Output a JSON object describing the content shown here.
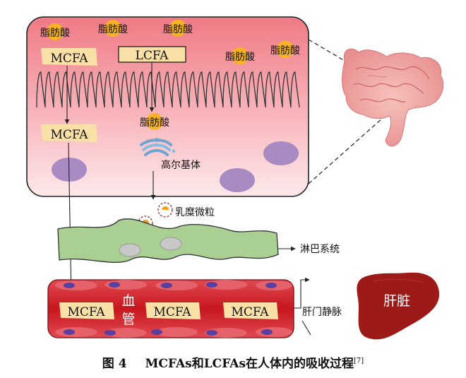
{
  "labels": {
    "fatty_acid": "脂肪酸",
    "mcfa": "MCFA",
    "lcfa": "LCFA",
    "golgi": "高尔基体",
    "chylomicron": "乳糜微粒",
    "lymphatic": "淋巴系统",
    "blood_vessel_1": "血",
    "blood_vessel_2": "管",
    "hepatic_portal_vein": "肝门静脉",
    "liver": "肝脏"
  },
  "caption": {
    "number": "图 4",
    "title": "MCFAs和LCFAs在人体内的吸收过程",
    "ref": "[7]"
  },
  "colors": {
    "cell_top": "#f07a85",
    "cell_bottom": "#fde9ea",
    "fatty_acid_blob": "#f8b323",
    "label_box": "#f9e0a6",
    "nucleus": "#a98bc4",
    "lymph": "#a9cf92",
    "vessel": "#c8161e",
    "liver": "#9c1b18",
    "intestine": "#f2a6a6"
  }
}
